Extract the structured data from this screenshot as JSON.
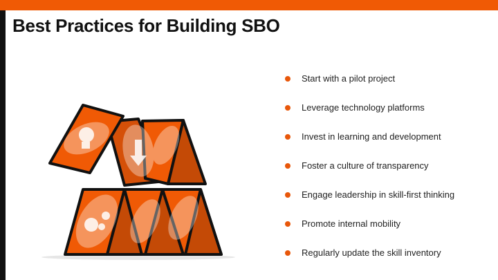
{
  "title": "Best Practices for Building SBO",
  "colors": {
    "accent": "#f05a05",
    "sidebar": "#111111"
  },
  "bullets": [
    "Start with a pilot project",
    "Leverage technology platforms",
    "Invest in learning and development",
    "Foster a culture of transparency",
    "Engage leadership in skill-first thinking",
    "Promote internal mobility",
    "Regularly update the skill inventory"
  ],
  "illustration": {
    "icon": "house-of-cards-icon"
  }
}
